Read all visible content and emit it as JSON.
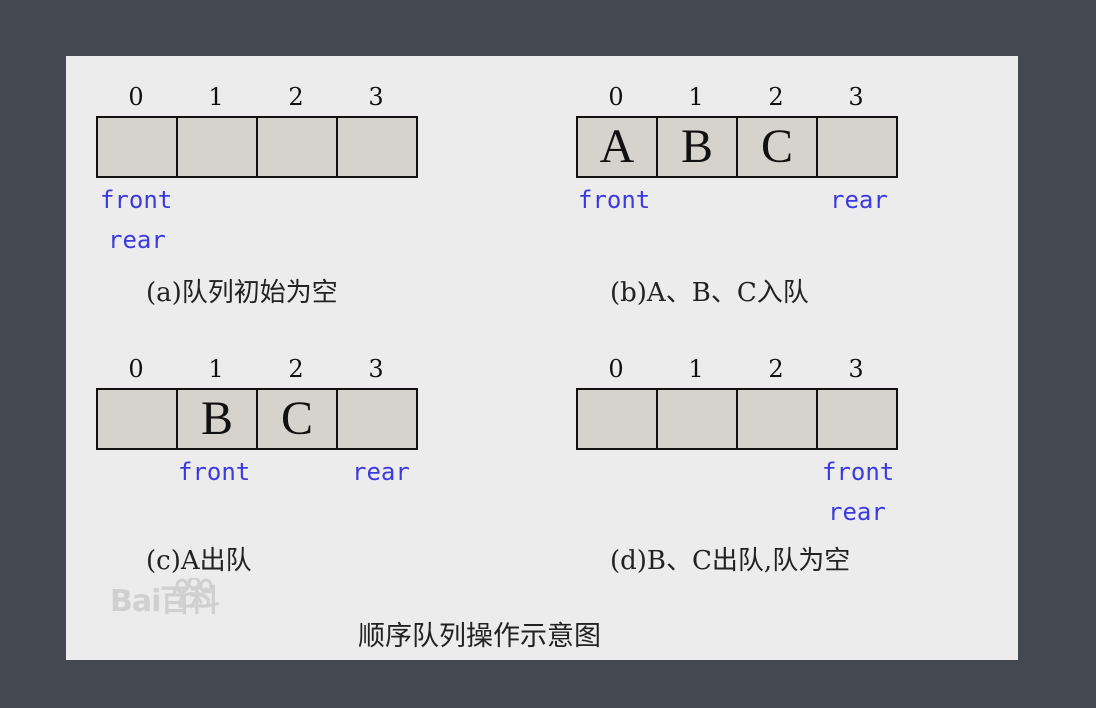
{
  "panels": [
    {
      "indices": [
        "0",
        "1",
        "2",
        "3"
      ],
      "cells": [
        "",
        "",
        "",
        ""
      ],
      "pointers": [
        "front",
        "rear"
      ],
      "caption": "(a)队列初始为空"
    },
    {
      "indices": [
        "0",
        "1",
        "2",
        "3"
      ],
      "cells": [
        "A",
        "B",
        "C",
        ""
      ],
      "pointers": [
        "front",
        "rear"
      ],
      "caption": "(b)A、B、C入队"
    },
    {
      "indices": [
        "0",
        "1",
        "2",
        "3"
      ],
      "cells": [
        "",
        "B",
        "C",
        ""
      ],
      "pointers": [
        "front",
        "rear"
      ],
      "caption": "(c)A出队"
    },
    {
      "indices": [
        "0",
        "1",
        "2",
        "3"
      ],
      "cells": [
        "",
        "",
        "",
        ""
      ],
      "pointers": [
        "front",
        "rear"
      ],
      "caption": "(d)B、C出队,队为空"
    }
  ],
  "title": "顺序队列操作示意图",
  "watermark": "Bai百科"
}
